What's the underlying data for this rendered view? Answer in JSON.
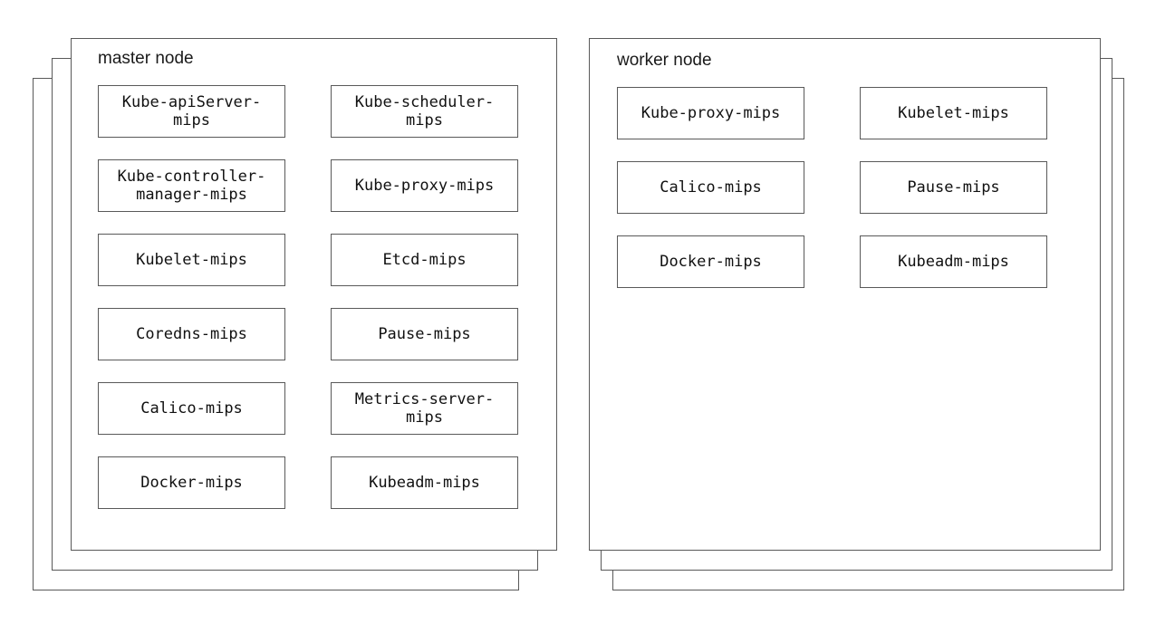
{
  "master": {
    "title": "master node",
    "boxes": [
      {
        "label": "Kube-apiServer-mips"
      },
      {
        "label": "Kube-scheduler-mips"
      },
      {
        "label": "Kube-controller-manager-mips"
      },
      {
        "label": "Kube-proxy-mips"
      },
      {
        "label": "Kubelet-mips"
      },
      {
        "label": "Etcd-mips"
      },
      {
        "label": "Coredns-mips"
      },
      {
        "label": "Pause-mips"
      },
      {
        "label": "Calico-mips"
      },
      {
        "label": "Metrics-server-mips"
      },
      {
        "label": "Docker-mips"
      },
      {
        "label": "Kubeadm-mips"
      }
    ]
  },
  "worker": {
    "title": "worker node",
    "boxes": [
      {
        "label": "Kube-proxy-mips"
      },
      {
        "label": "Kubelet-mips"
      },
      {
        "label": "Calico-mips"
      },
      {
        "label": "Pause-mips"
      },
      {
        "label": "Docker-mips"
      },
      {
        "label": "Kubeadm-mips"
      }
    ]
  },
  "colors": {
    "border": "#595959",
    "text": "#111111",
    "background": "#ffffff"
  }
}
